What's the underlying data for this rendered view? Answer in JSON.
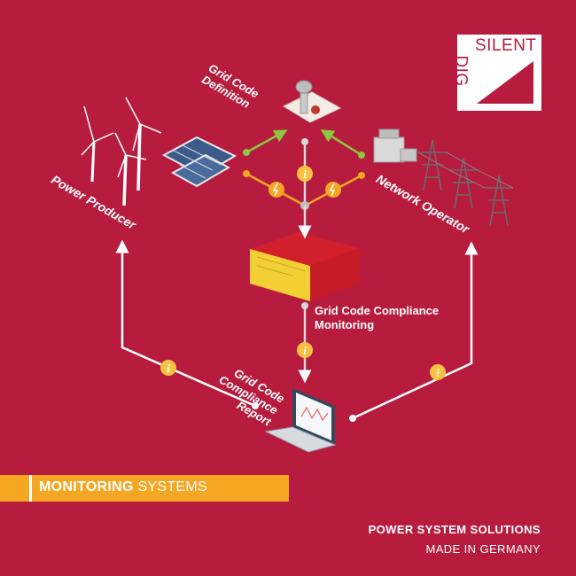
{
  "logo": {
    "line1": "SILENT",
    "line2": "DIG"
  },
  "nodes": {
    "grid_code_definition": "Grid Code Definition",
    "power_producer": "Power Producer",
    "network_operator": "Network Operator",
    "grid_code_compliance_monitoring": "Grid Code Compliance Monitoring",
    "grid_code_compliance_report": "Grid Code Compliance Report"
  },
  "icons": {
    "info": "i"
  },
  "banner": {
    "bold": "MONITORING",
    "rest": " SYSTEMS"
  },
  "footer": {
    "line1": "POWER SYSTEM SOLUTIONS",
    "line2": "MADE IN GERMANY"
  },
  "colors": {
    "background": "#b71c3f",
    "accent_orange": "#f5a623",
    "accent_green": "#8dc63f",
    "info_yellow": "#f7c243"
  }
}
